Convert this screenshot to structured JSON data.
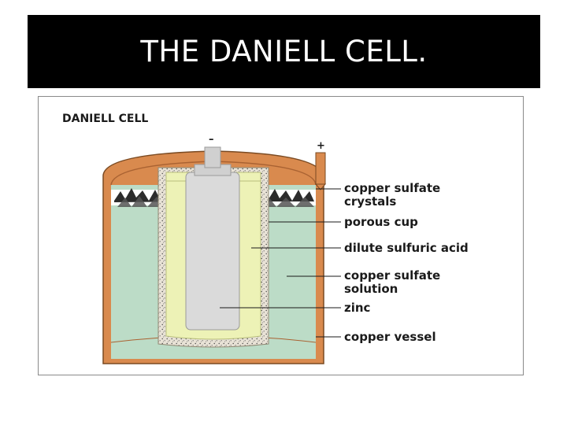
{
  "slide": {
    "title": "THE DANIELL CELL."
  },
  "diagram": {
    "heading": "DANIELL CELL",
    "negative_terminal": "–",
    "positive_terminal": "+",
    "labels": {
      "crystals_line1": "copper sulfate",
      "crystals_line2": "crystals",
      "porous_cup": "porous cup",
      "acid": "dilute sulfuric acid",
      "solution_line1": "copper sulfate",
      "solution_line2": "solution",
      "zinc": "zinc",
      "vessel": "copper vessel"
    },
    "colors": {
      "copper": "#d98a4e",
      "copper_edge": "#7a4a22",
      "solution": "#bcdcc7",
      "acid": "#edf2b6",
      "porous_cup": "#e8e2d6",
      "zinc": "#dadada",
      "crystals": "#2c2c2c"
    }
  }
}
